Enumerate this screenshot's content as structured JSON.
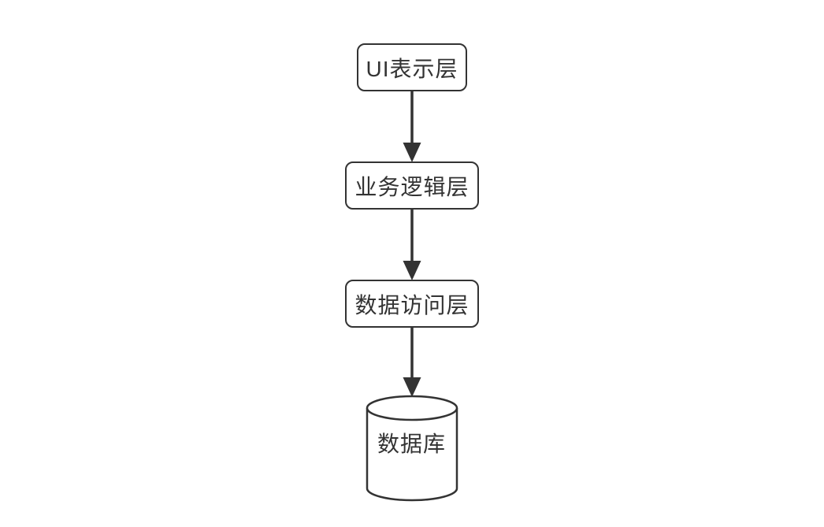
{
  "diagram": {
    "title": "layered-architecture-flowchart",
    "background_color": "#ffffff",
    "stroke_color": "#333333",
    "text_color": "#333333",
    "nodes": [
      {
        "id": "ui-layer",
        "label": "UI表示层",
        "shape": "rounded-rect"
      },
      {
        "id": "business-logic-layer",
        "label": "业务逻辑层",
        "shape": "rounded-rect"
      },
      {
        "id": "data-access-layer",
        "label": "数据访问层",
        "shape": "rounded-rect"
      },
      {
        "id": "database",
        "label": "数据库",
        "shape": "cylinder"
      }
    ],
    "edges": [
      {
        "from": "ui-layer",
        "to": "business-logic-layer",
        "type": "arrow",
        "direction": "down"
      },
      {
        "from": "business-logic-layer",
        "to": "data-access-layer",
        "type": "arrow",
        "direction": "down"
      },
      {
        "from": "data-access-layer",
        "to": "database",
        "type": "arrow",
        "direction": "down"
      }
    ]
  }
}
